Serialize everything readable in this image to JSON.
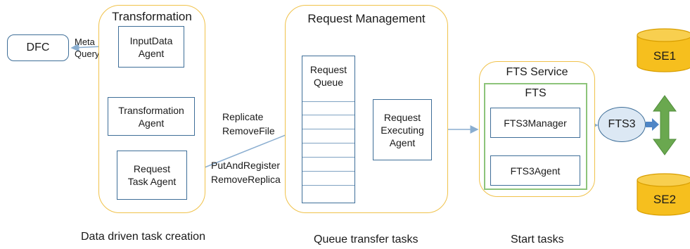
{
  "dfc": {
    "label": "DFC"
  },
  "meta_query": {
    "label": "Meta\nQuery"
  },
  "transformation": {
    "title": "Transformation",
    "input_agent": "InputData\nAgent",
    "transformation_agent": "Transformation\nAgent",
    "request_task_agent": "Request\nTask Agent"
  },
  "edge_labels": {
    "replicate": "Replicate\nRemoveFile",
    "put_register": "PutAndRegister\nRemoveReplica"
  },
  "request_management": {
    "title": "Request Management",
    "queue": "Request\nQueue",
    "executing_agent": "Request\nExecuting\nAgent"
  },
  "fts_service": {
    "title": "FTS Service",
    "fts_title": "FTS",
    "manager": "FTS3Manager",
    "agent": "FTS3Agent"
  },
  "fts3": {
    "label": "FTS3"
  },
  "storage": {
    "se1": "SE1",
    "se2": "SE2"
  },
  "captions": {
    "data_driven": "Data driven task creation",
    "queue_transfer": "Queue transfer tasks",
    "start_tasks": "Start tasks"
  },
  "colors": {
    "panel_border": "#f0c24a",
    "box_border": "#3e6e98",
    "arrow": "#8aaed0",
    "fts_green": "#8dc47a",
    "cylinder_fill": "#f6bf1e",
    "double_arrow": "#6aa84f",
    "fts3_fill": "#dce8f4"
  }
}
